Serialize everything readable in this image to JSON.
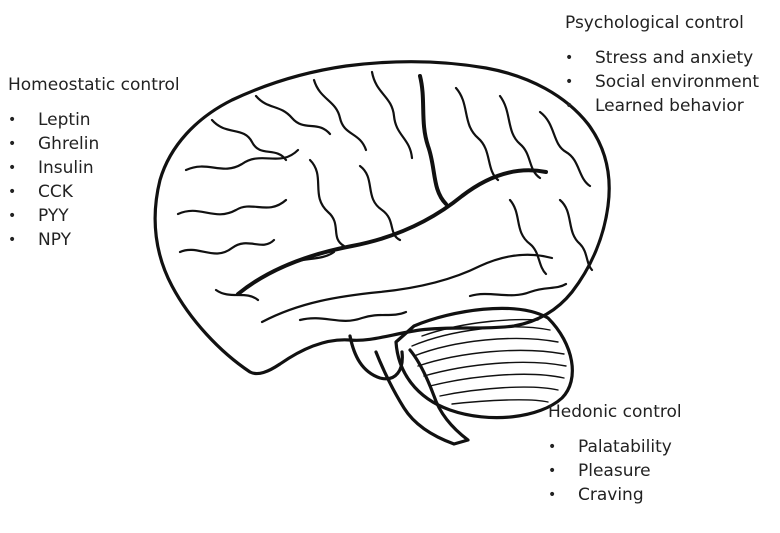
{
  "groups": {
    "homeostatic": {
      "heading": "Homeostatic control",
      "items": [
        "Leptin",
        "Ghrelin",
        "Insulin",
        "CCK",
        "PYY",
        "NPY"
      ]
    },
    "psychological": {
      "heading": "Psychological control",
      "items": [
        "Stress and anxiety",
        "Social environment",
        "Learned behavior"
      ]
    },
    "hedonic": {
      "heading": "Hedonic control",
      "items": [
        "Palatability",
        "Pleasure",
        "Craving"
      ]
    }
  },
  "bullet_glyph": "•",
  "icon": "brain-illustration"
}
